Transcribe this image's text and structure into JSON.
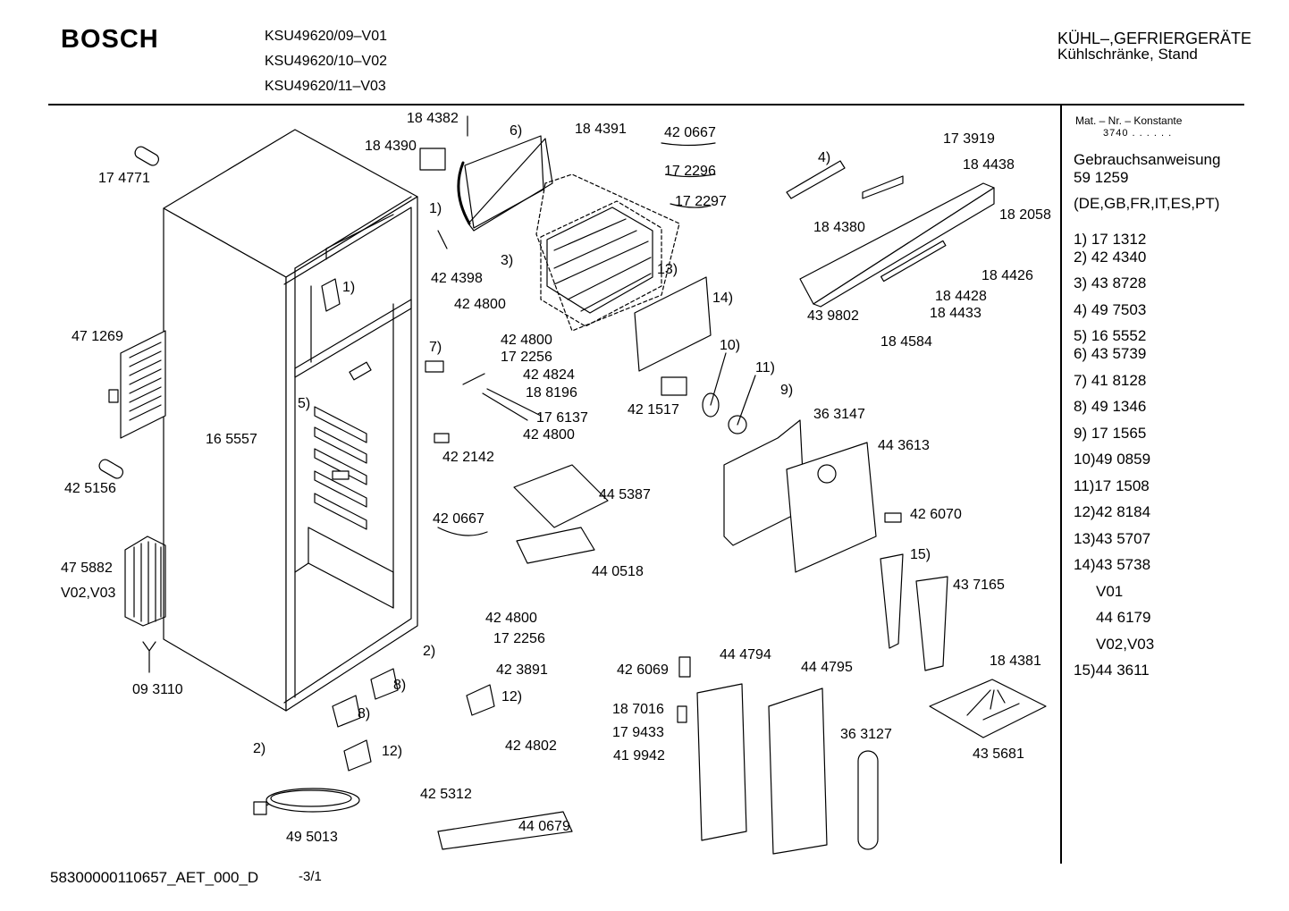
{
  "header": {
    "brand": "BOSCH",
    "models": [
      "KSU49620/09–V01",
      "KSU49620/10–V02",
      "KSU49620/11–V03"
    ],
    "category_line1": "KÜHL–,GEFRIERGERÄTE",
    "category_line2": "Kühlschränke, Stand"
  },
  "sidebar": {
    "mat_label": "Mat. – Nr. – Konstante",
    "mat_value": "3740  .  .  .  .  .  .",
    "manual_label": "Gebrauchsanweisung",
    "manual_number": "59 1259",
    "languages": "(DE,GB,FR,IT,ES,PT)",
    "refs": [
      "1)  17 1312",
      "2)  42 4340",
      "3)  43 8728",
      "4)  49 7503",
      "5)  16 5552",
      "6)  43 5739",
      "7)  41 8128",
      "8)  49 1346",
      "9)  17 1565",
      "10)49 0859",
      "11)17 1508",
      "12)42 8184",
      "13)43 5707",
      "14)43 5738",
      "V01",
      "44 6179",
      "V02,V03",
      "15)44 3611"
    ]
  },
  "parts": {
    "p174771": "17 4771",
    "p471269": "47 1269",
    "p165557": "16 5557",
    "p425156": "42 5156",
    "p475882": "47 5882",
    "v0203a": "V02,V03",
    "p093110": "09 3110",
    "p495013": "49 5013",
    "p184382": "18 4382",
    "p184390": "18 4390",
    "n6": "6)",
    "p184391": "18 4391",
    "p420667a": "42 0667",
    "p172296a": "17 2296",
    "p172297": "17 2297",
    "n1a": "1)",
    "p424398": "42 4398",
    "n3": "3)",
    "n13": "13)",
    "p424800a": "42 4800",
    "n14": "14)",
    "n1b": "1)",
    "n7": "7)",
    "p424800b": "42 4800",
    "p172256a": "17 2256",
    "p424824": "42 4824",
    "p188196": "18 8196",
    "p176137": "17 6137",
    "p424800c": "42 4800",
    "p422142": "42 2142",
    "n5": "5)",
    "n10": "10)",
    "n11": "11)",
    "n9": "9)",
    "p421517": "42 1517",
    "p363147": "36 3147",
    "p443613": "44 3613",
    "n4": "4)",
    "p173919": "17 3919",
    "p184438": "18 4438",
    "p184380": "18 4380",
    "p182058": "18 2058",
    "p184426": "18 4426",
    "p184428": "18 4428",
    "p184433": "18 4433",
    "p439802": "43 9802",
    "p184584": "18 4584",
    "p445387": "44 5387",
    "p420667b": "42 0667",
    "p440518": "44 0518",
    "p426070": "42 6070",
    "n15": "15)",
    "p437165": "43 7165",
    "p424800d": "42 4800",
    "p172256b": "17 2256",
    "p423891": "42 3891",
    "n12a": "12)",
    "n2a": "2)",
    "n8a": "8)",
    "n8b": "8)",
    "n2b": "2)",
    "n12b": "12)",
    "p424802": "42 4802",
    "p425312": "42 5312",
    "p440679": "44 0679",
    "p426069": "42 6069",
    "p444794": "44 4794",
    "p444795": "44 4795",
    "p187016": "18 7016",
    "p179433": "17 9433",
    "p419942": "41 9942",
    "p363127": "36 3127",
    "p184381": "18 4381",
    "p435681": "43 5681"
  },
  "footer": {
    "doc_id": "58300000110657_AET_000_D",
    "page": "-3/1"
  }
}
